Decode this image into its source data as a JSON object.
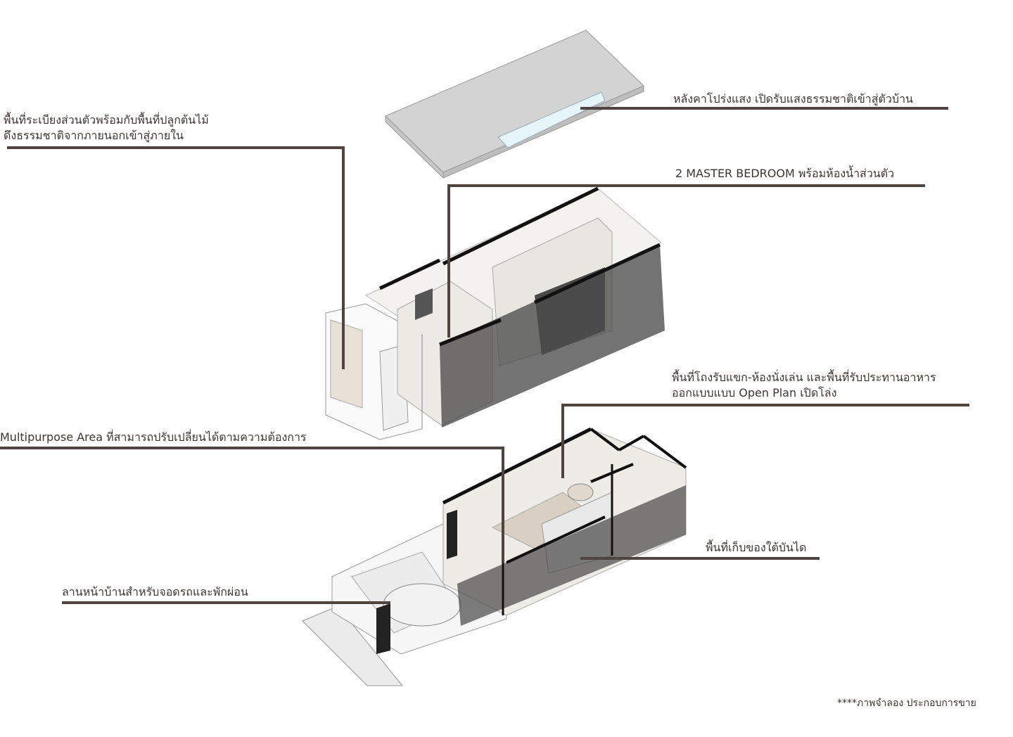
{
  "colors": {
    "leader_line": "#4f4440",
    "text": "#3d3532",
    "glass": "#5a5a5a",
    "roof": "#d3d3d3",
    "skylight": "#dff3f6"
  },
  "labels": {
    "courtyard": [
      "พื้นที่ระเบียงส่วนตัวพร้อมกับพื้นที่ปลูกต้นไม้",
      "ดึงธรรมชาติจากภายนอกเข้าสู่ภายใน"
    ],
    "roof": "หลังคาโปร่งแสง เปิดรับแสงธรรมชาติเข้าสู่ตัวบ้าน",
    "bedroom": "2 MASTER BEDROOM พร้อมห้องน้ำส่วนตัว",
    "living": [
      "พื้นที่โถงรับแขก-ห้องนั่งเล่น และพื้นที่รับประทานอาหาร",
      "ออกแบบแบบ Open Plan เปิดโล่ง"
    ],
    "multipurpose": "Multipurpose Area ที่สามารถปรับเปลี่ยนได้ตามความต้องการ",
    "storage": "พื้นที่เก็บของใต้บันได",
    "frontyard": "ลานหน้าบ้านสำหรับจอดรถและพักผ่อน"
  },
  "footnote": "****ภาพจำลอง ประกอบการขาย"
}
